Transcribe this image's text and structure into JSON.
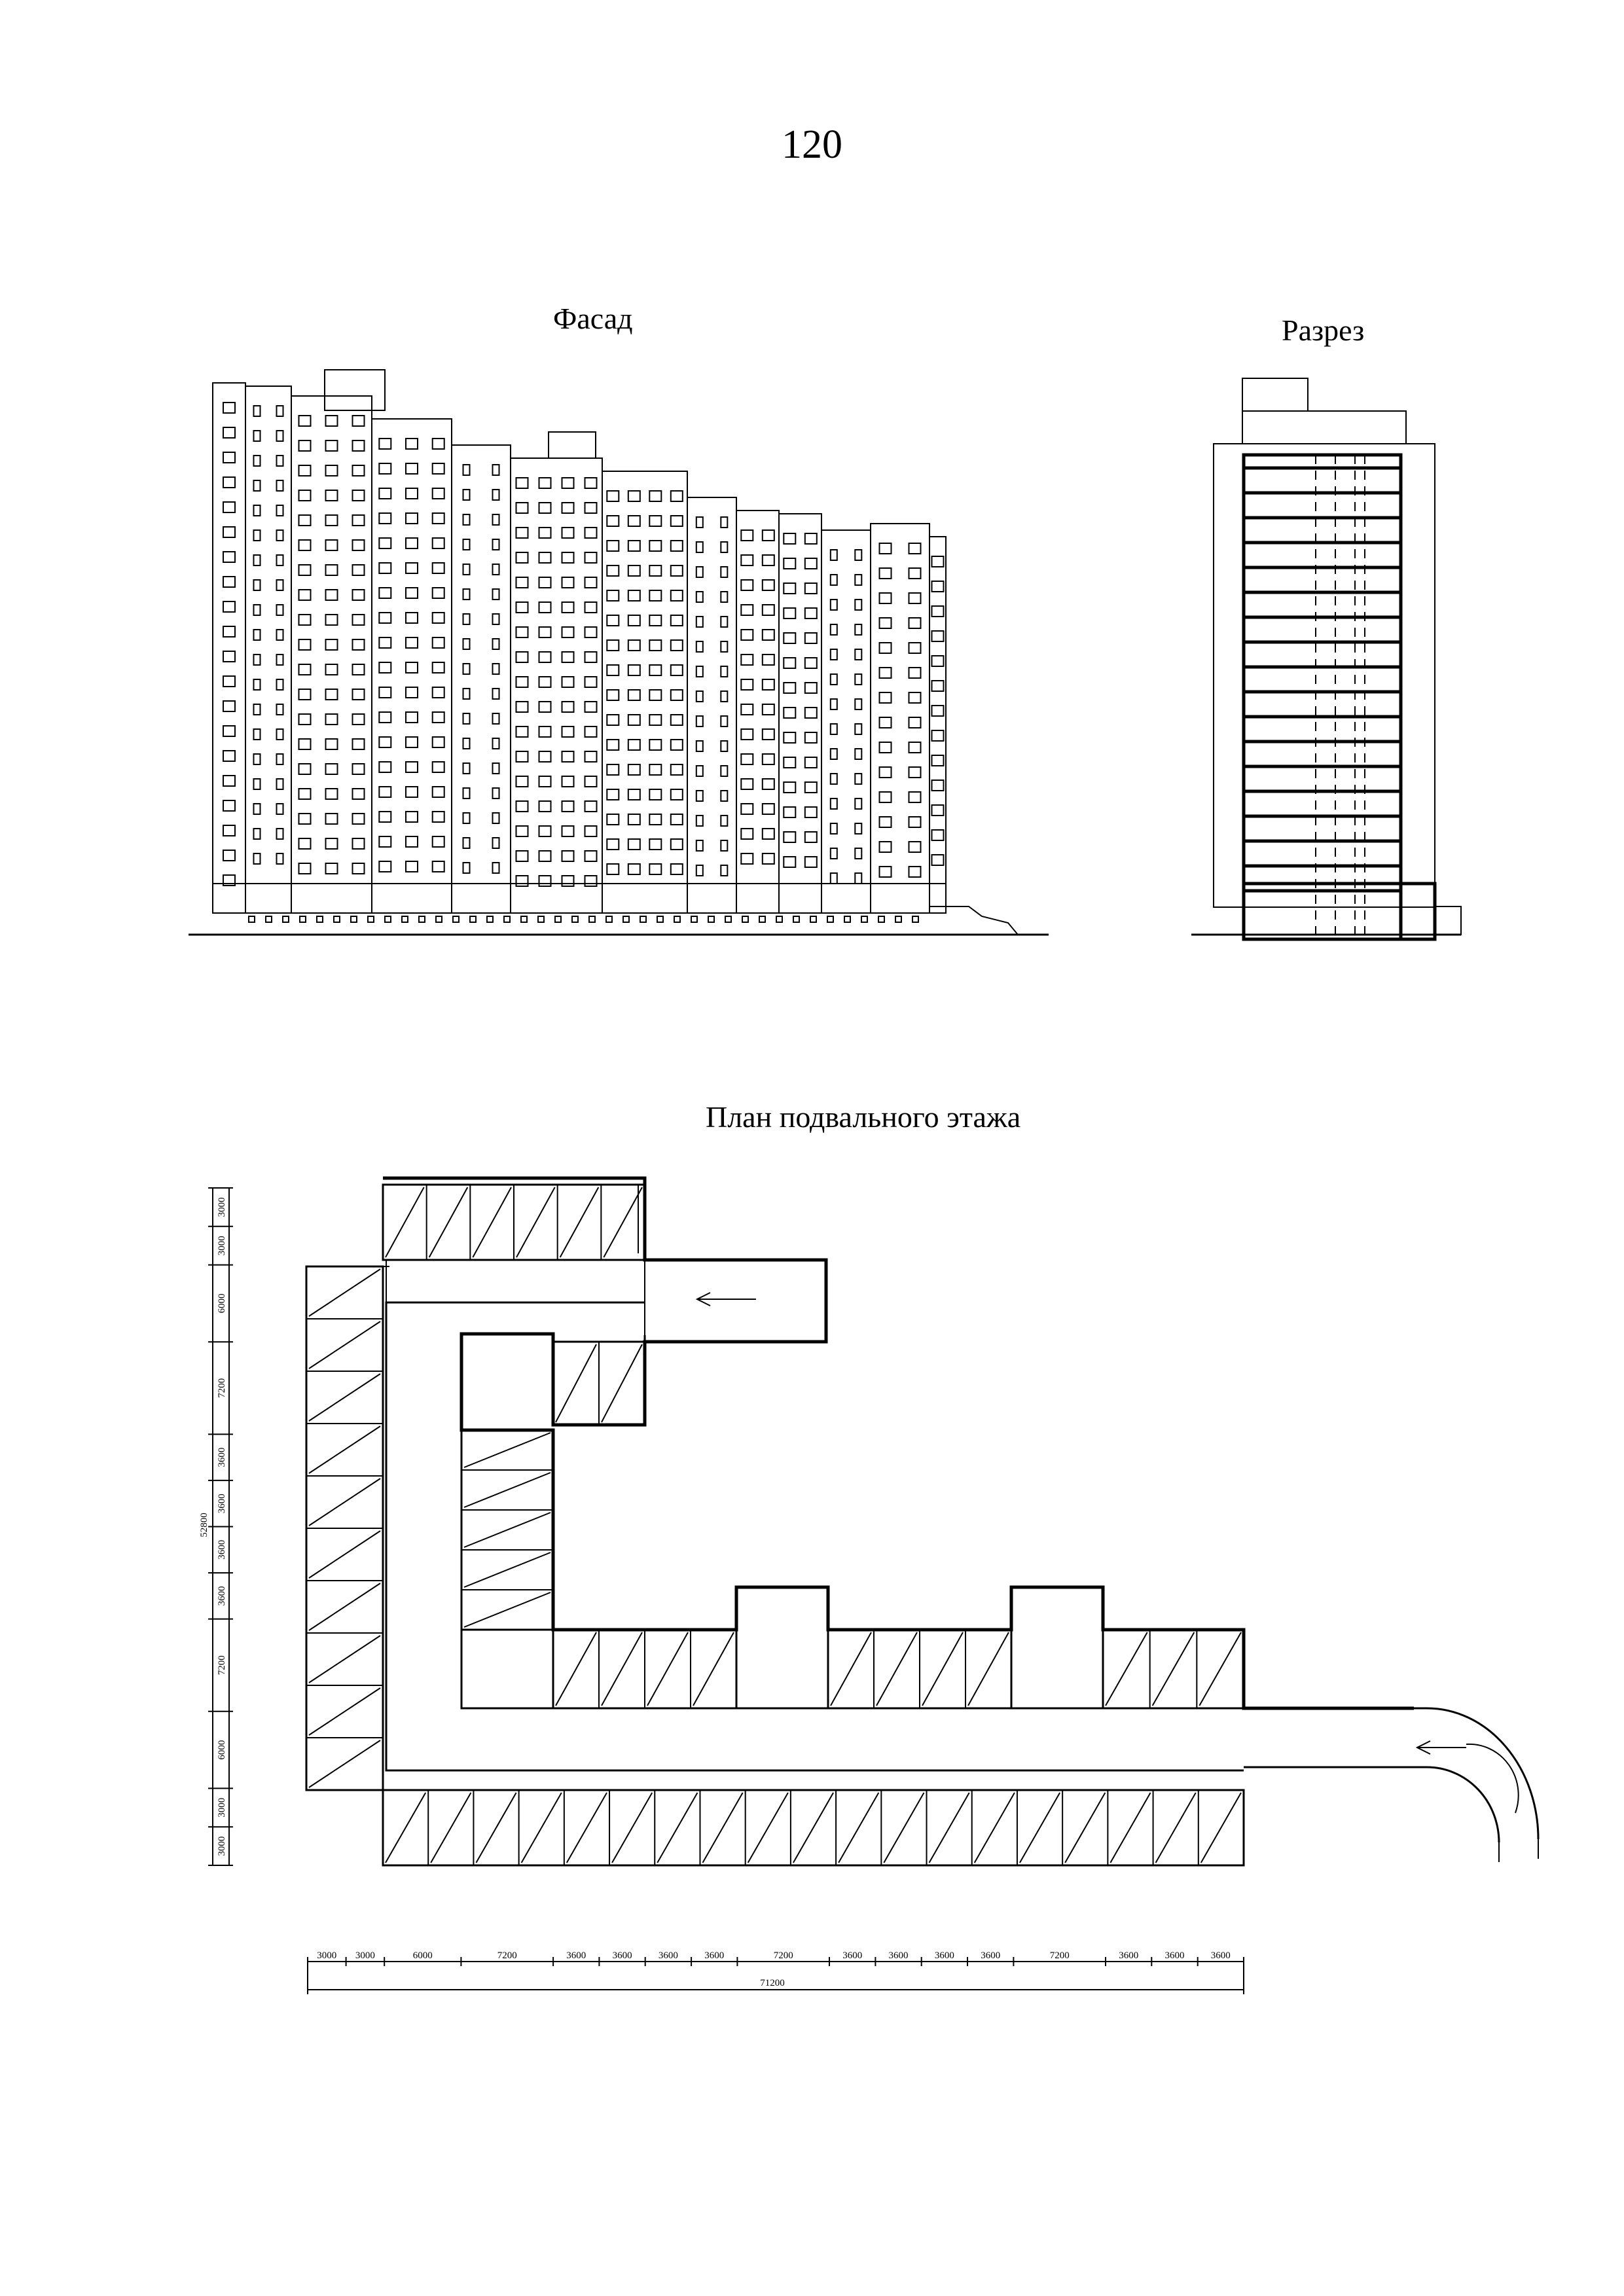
{
  "page": {
    "number": "120"
  },
  "captions": {
    "facade": "Фасад",
    "section": "Разрез",
    "basement_plan": "План подвального этажа"
  },
  "dimensions": {
    "horizontal_segments": [
      "3000",
      "3000",
      "6000",
      "7200",
      "3600",
      "3600",
      "3600",
      "3600",
      "7200",
      "3600",
      "3600",
      "3600",
      "3600",
      "7200",
      "3600",
      "3600",
      "3600"
    ],
    "horizontal_total": "71200",
    "vertical_segments": [
      "3000",
      "3000",
      "6000",
      "7200",
      "3600",
      "3600",
      "3600",
      "3600",
      "7200",
      "6000",
      "3000",
      "3000"
    ],
    "vertical_total": "52800"
  }
}
